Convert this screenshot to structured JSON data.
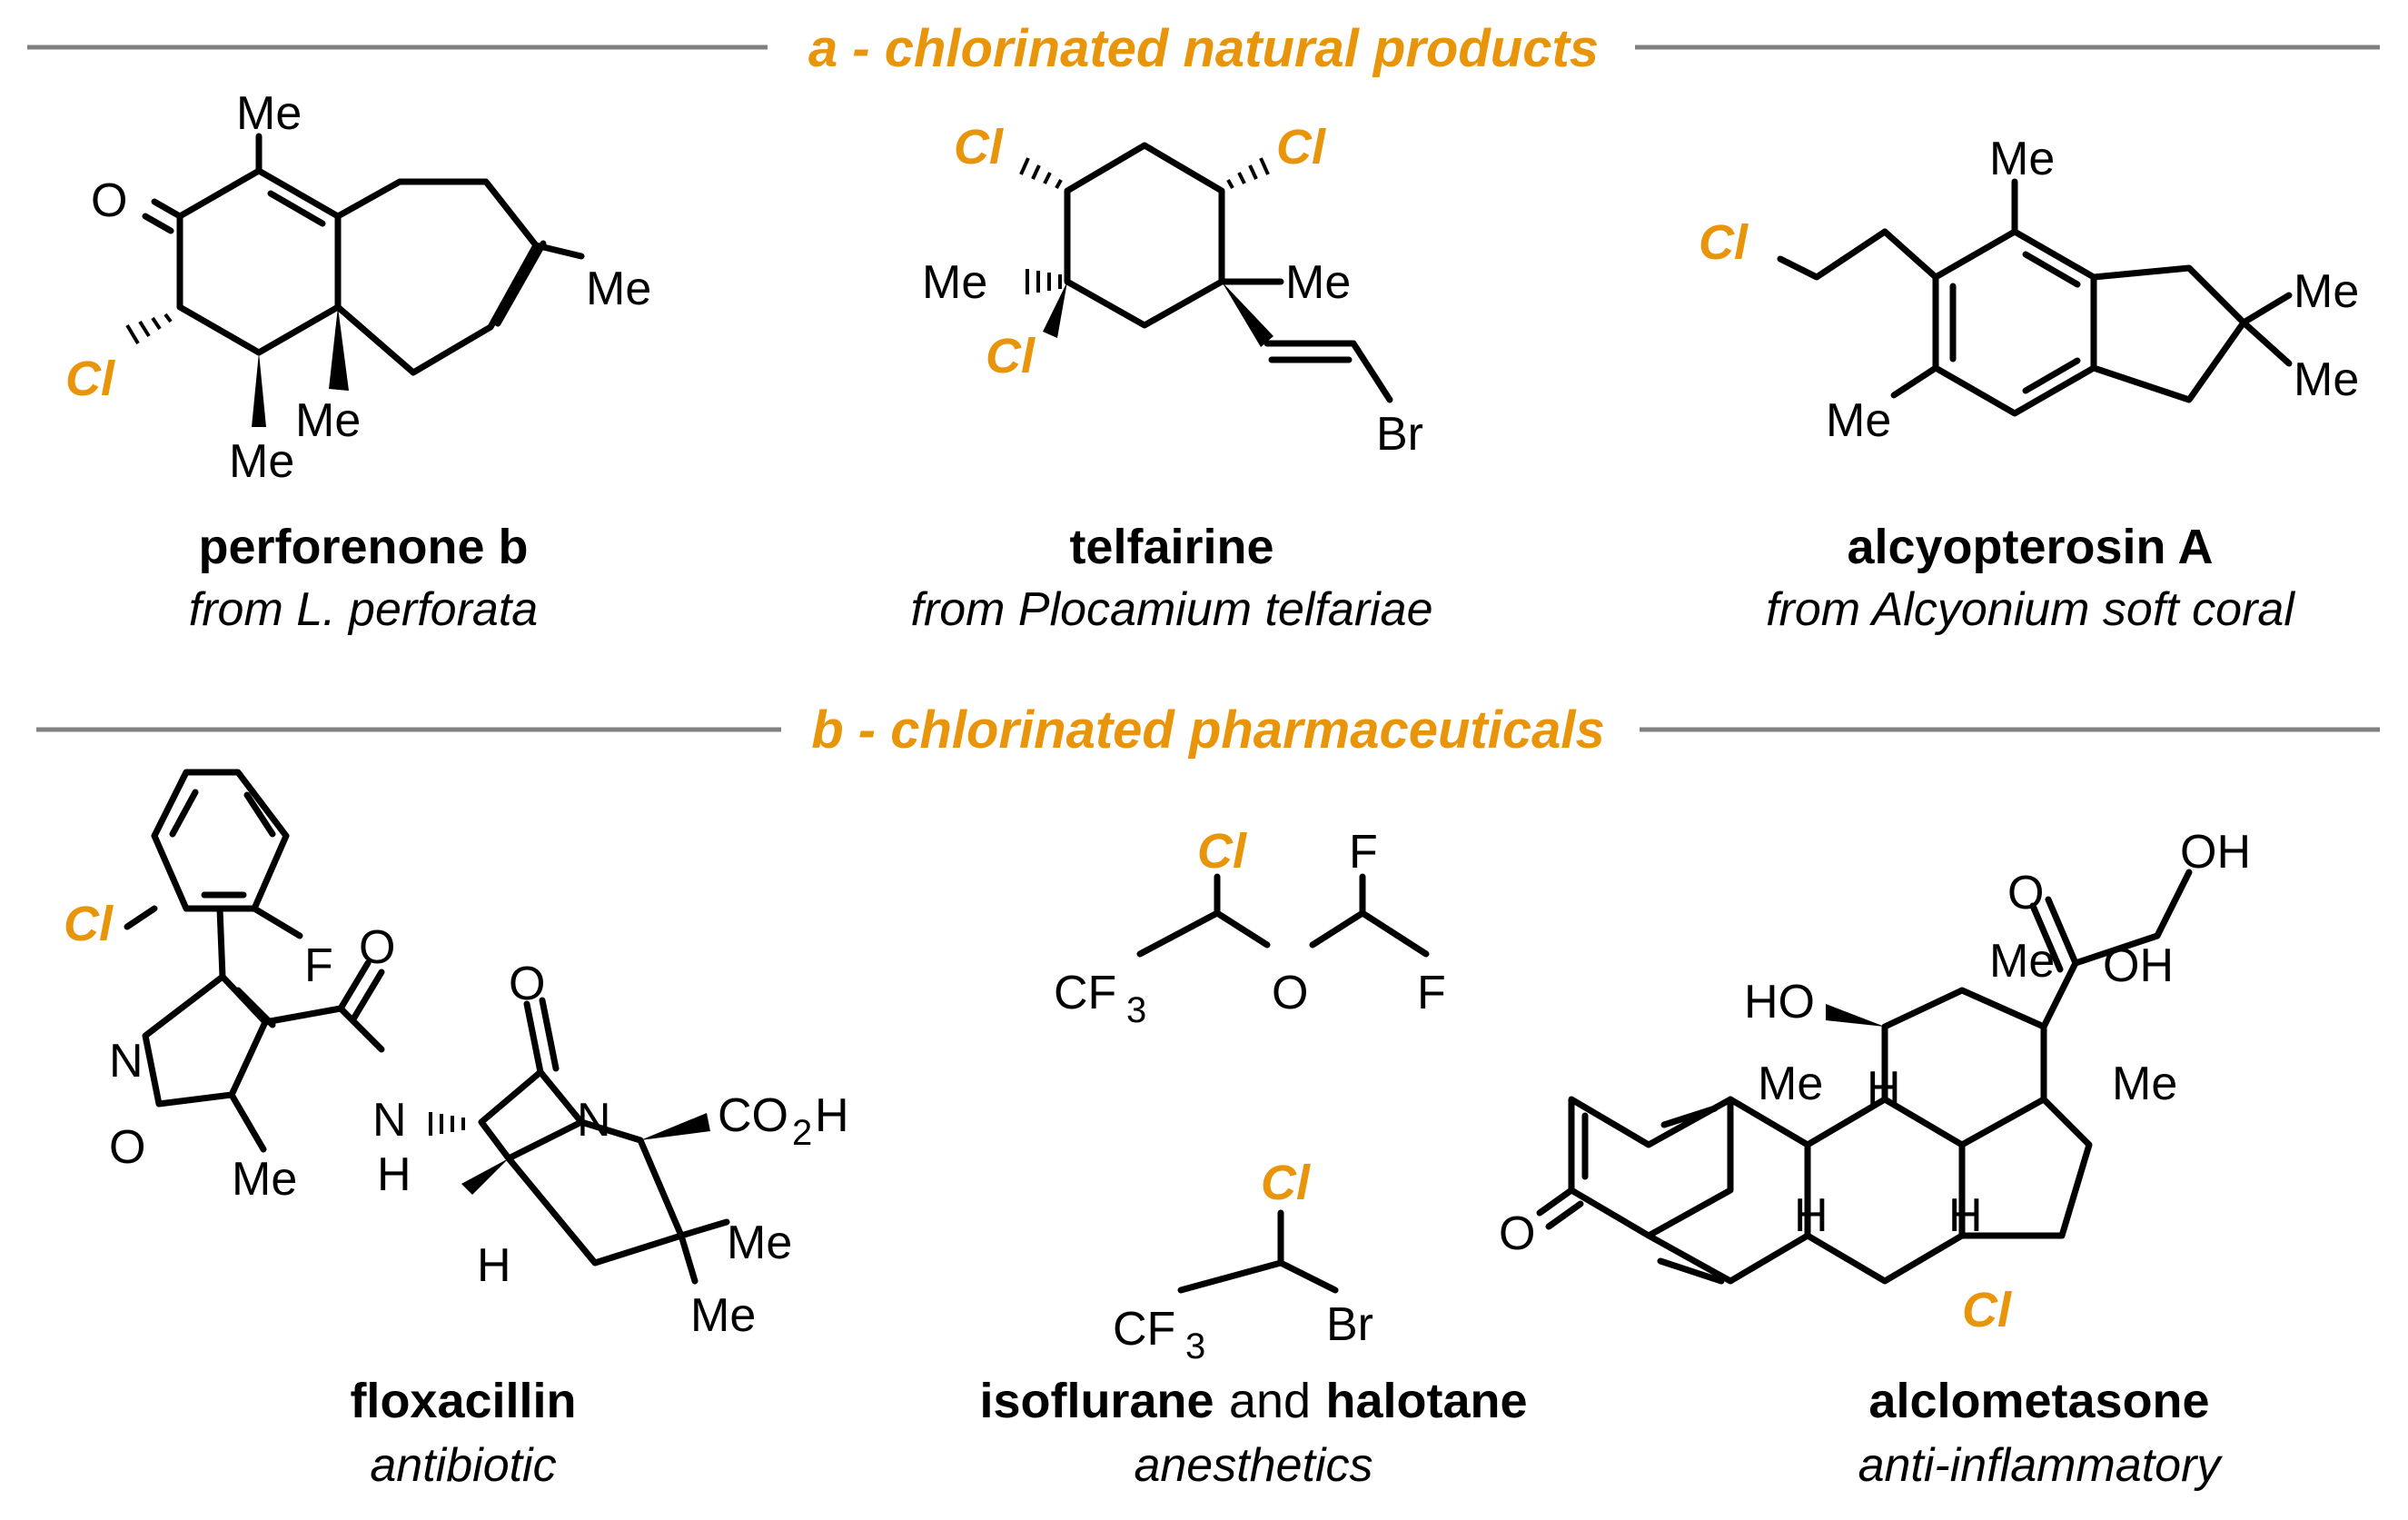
{
  "accent_color": "#E8950C",
  "rule_color": "#808080",
  "sections": {
    "a": {
      "title": "a - chlorinated natural products"
    },
    "b": {
      "title": "b - chlorinated pharmaceuticals"
    }
  },
  "atoms": {
    "me": "Me",
    "cl": "Cl",
    "o": "O",
    "br": "Br",
    "f": "F",
    "n": "N",
    "h": "H",
    "ho": "HO",
    "oh": "OH",
    "cf": "CF",
    "co": "CO",
    "three": "3",
    "two": "2"
  },
  "compounds": [
    {
      "name": "perforenone b",
      "source": "from L. perforata"
    },
    {
      "name": "telfairine",
      "source": "from Plocamium telfariae"
    },
    {
      "name": "alcyopterosin A",
      "source": "from Alcyonium soft coral"
    },
    {
      "name": "floxacillin",
      "source": "antibiotic"
    },
    {
      "name": "isoflurane",
      "connector": "and",
      "name2": "halotane",
      "source": "anesthetics"
    },
    {
      "name": "alclometasone",
      "source": "anti-inflammatory"
    }
  ]
}
